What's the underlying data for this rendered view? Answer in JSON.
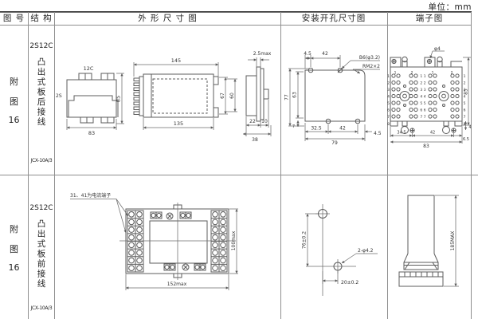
{
  "unit_label": "单位：mm",
  "header": {
    "fig_no": "图 号",
    "structure": "结 构",
    "outline": "外 形 尺 寸 图",
    "mounting": "安装开孔尺寸图",
    "terminal": "端子图"
  },
  "rows": [
    {
      "fig_label": [
        "附",
        "图",
        "16"
      ],
      "model": "2S12C",
      "mount_desc": "凸出式板后接线",
      "type_code": "JCX-10A/3",
      "outline": {
        "front_top_label": "12C",
        "front_side_label": "2S",
        "front_width": "83",
        "front_height": "85",
        "side_top": "145",
        "side_bottom": "135",
        "side_h_inner": "67",
        "side_h_outer": "60",
        "profile_top": "2.5max",
        "profile_d1": "22",
        "profile_d2": "10",
        "profile_total": "38"
      },
      "mounting": {
        "top_d1": "4.5",
        "top_d2": "42",
        "hole_note": "B6(φ3.2)",
        "corner_note": "RM2×2",
        "left_outer": "77",
        "left_inner": "63",
        "bottom_left": "7",
        "bottom_d1": "32.5",
        "bottom_d2": "42",
        "bottom_d3": "4.5",
        "bottom_total": "79"
      },
      "terminal": {
        "hole_note": "φ4",
        "height": "85",
        "offset": "4",
        "bottom_d1": "34.5",
        "bottom_d2": "42",
        "bottom_d3": "6.5",
        "bottom_total": "83",
        "top_cols": [
          "1",
          "2",
          "1",
          "2"
        ],
        "left_rows": [
          "1",
          "2",
          "3",
          "4",
          "5",
          "6",
          "7",
          "8"
        ],
        "right_rows": [
          "1",
          "2",
          "3",
          "4",
          "5",
          "6",
          "7",
          "8"
        ],
        "mid_rows": [
          "1 1",
          "2 2",
          "3 3",
          "4 4",
          "5 5",
          "6 6",
          "7 7"
        ]
      }
    },
    {
      "fig_label": [
        "附",
        "图",
        "16"
      ],
      "model": "2S12C",
      "mount_desc": "凸出式板前接线",
      "type_code": "JCX-10A/3",
      "outline": {
        "note": "31、41为电流端子",
        "height": "100max",
        "width": "152max"
      },
      "mounting": {
        "vertical": "76±0.2",
        "horizontal": "20±0.2",
        "hole_note": "2-φ4.2"
      },
      "terminal": {
        "height": "185MAX"
      }
    }
  ]
}
